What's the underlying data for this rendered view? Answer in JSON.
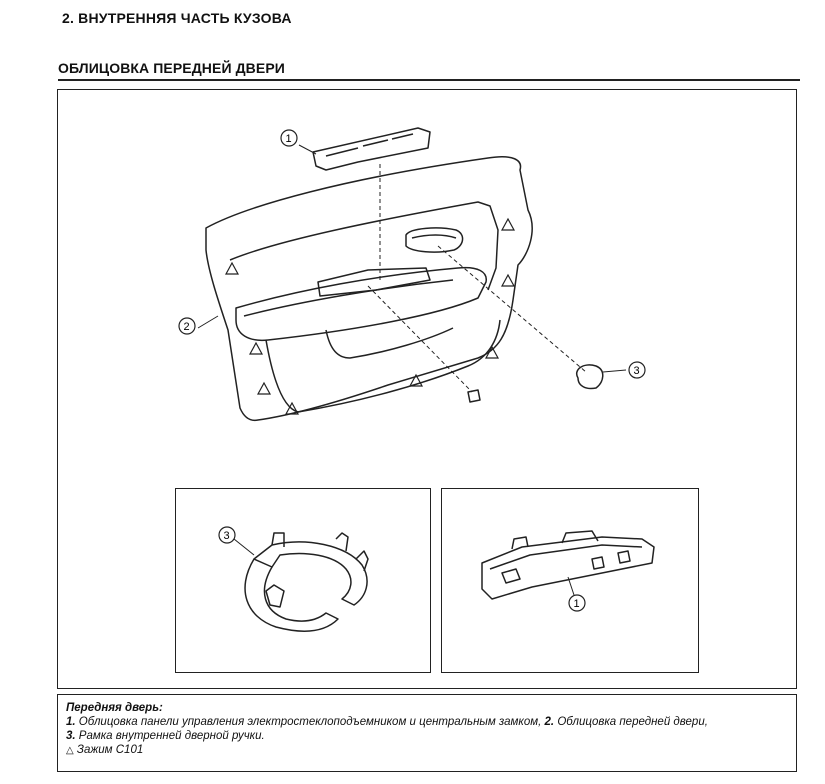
{
  "header": {
    "section_title": "2.  ВНУТРЕННЯЯ ЧАСТЬ КУЗОВА",
    "subsection_title": "ОБЛИЦОВКА ПЕРЕДНЕЙ ДВЕРИ"
  },
  "figure": {
    "callouts": {
      "one": "1",
      "two": "2",
      "three": "3",
      "inset_left": "3",
      "inset_right": "1"
    }
  },
  "caption": {
    "heading": "Передняя дверь:",
    "item1_num": "1.",
    "item1_text": " Облицовка панели управления электростеклоподъемником и центральным замком, ",
    "item2_num": "2.",
    "item2_text": " Облицовка передней двери,",
    "item3_num": "3.",
    "item3_text": " Рамка внутренней дверной ручки.",
    "clip_icon": "triangle-clip-icon",
    "clip_text": " Зажим C101"
  }
}
